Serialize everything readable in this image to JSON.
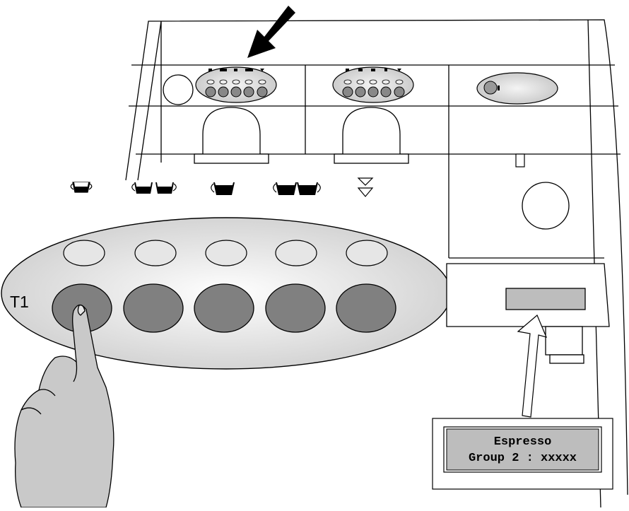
{
  "keypad": {
    "button_label": "T1"
  },
  "display": {
    "line1": "Espresso",
    "line2": "Group 2 : xxxxx"
  },
  "colors": {
    "panel_fill": "#d8d8d8",
    "key_dark": "#808080",
    "key_light": "#e6e6e6",
    "display_fill": "#bdbdbd",
    "hand_fill": "#c9c9c9",
    "outline": "#000000"
  },
  "icons": [
    "one-small-cup-icon",
    "two-small-cups-icon",
    "one-large-cup-icon",
    "two-large-cups-icon",
    "continuous-flow-icon",
    "pointing-arrow-icon",
    "pointing-hand-icon",
    "callout-arrow-icon"
  ]
}
